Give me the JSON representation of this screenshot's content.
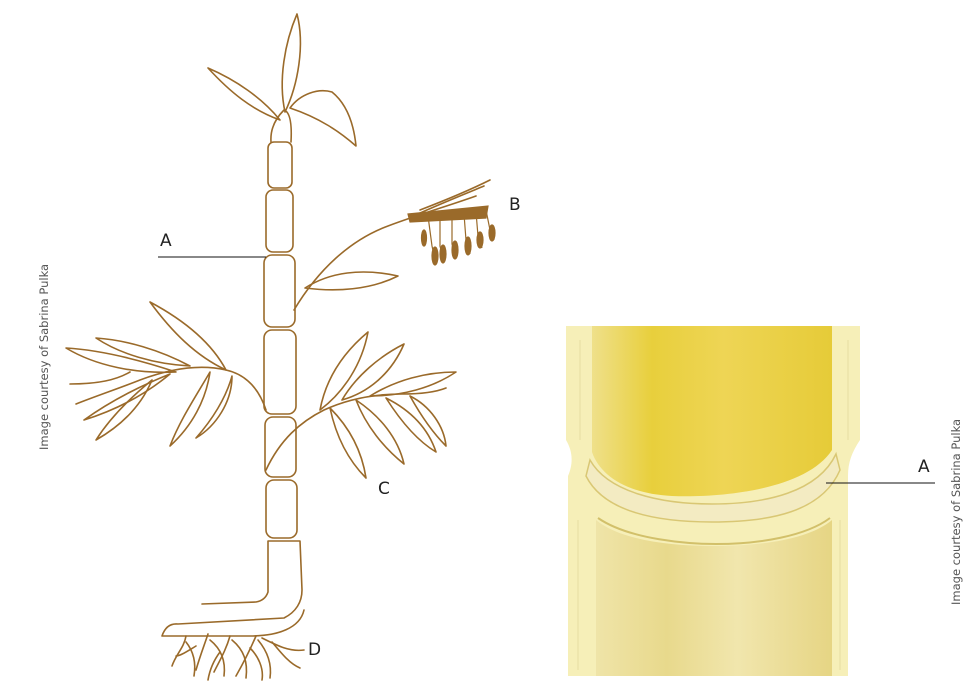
{
  "labels": {
    "a_left": "A",
    "b": "B",
    "c": "C",
    "d": "D",
    "a_right": "A"
  },
  "credits": {
    "left": "Image courtesy of Sabrina Pulka",
    "right": "Image courtesy of Sabrina Pulka"
  },
  "colors": {
    "ink": "#9a6a2a",
    "stem_yellow": "#e9d54a",
    "stem_pale": "#f6efb8"
  }
}
